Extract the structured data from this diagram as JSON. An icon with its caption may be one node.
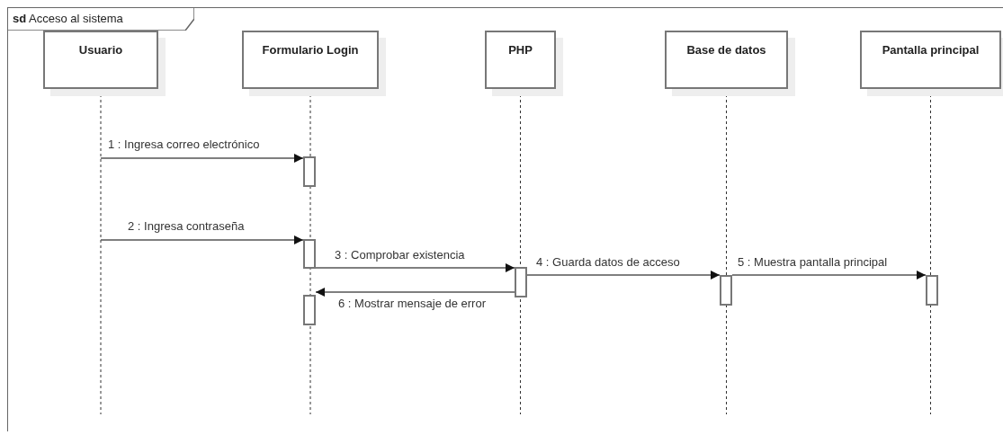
{
  "diagram": {
    "nodes": [
      {
        "text": [
          "**sd** Acceso al sistema"
        ]
      },
      {
        "text": [
          "Usuario"
        ],
        "in": 0
      },
      {
        "text": [
          "Formulario Login"
        ],
        "in": 0
      },
      {
        "text": [
          "PHP"
        ],
        "in": 0
      },
      {
        "text": [
          "Base de datos"
        ],
        "in": 0
      },
      {
        "text": [
          "Pantalla principal"
        ],
        "in": 0
      },
      {
        "text": [],
        "shape": "bar",
        "in": 0
      },
      {
        "text": [],
        "shape": "bar",
        "in": 0
      },
      {
        "text": [],
        "shape": "bar",
        "in": 0
      },
      {
        "text": [],
        "shape": "bar",
        "in": 0
      },
      {
        "text": [],
        "shape": "bar",
        "in": 0
      },
      {
        "text": [],
        "shape": "bar",
        "in": 0
      }
    ],
    "edges": [
      {
        "from": null,
        "to": 6,
        "arrow": "to",
        "label": "1 : Ingresa correo electrónico"
      },
      {
        "from": null,
        "to": 7,
        "arrow": "to",
        "label": "2 : Ingresa contraseña"
      },
      {
        "from": 7,
        "to": 9,
        "arrow": "to",
        "label": "3 : Comprobar existencia"
      },
      {
        "from": 9,
        "to": 10,
        "arrow": "to",
        "label": "4 : Guarda datos de acceso"
      },
      {
        "from": 10,
        "to": 11,
        "arrow": "to",
        "label": "5 : Muestra pantalla principal"
      },
      {
        "from": 9,
        "to": 8,
        "arrow": "to",
        "label": "6 : Mostrar mensaje de error"
      }
    ]
  }
}
